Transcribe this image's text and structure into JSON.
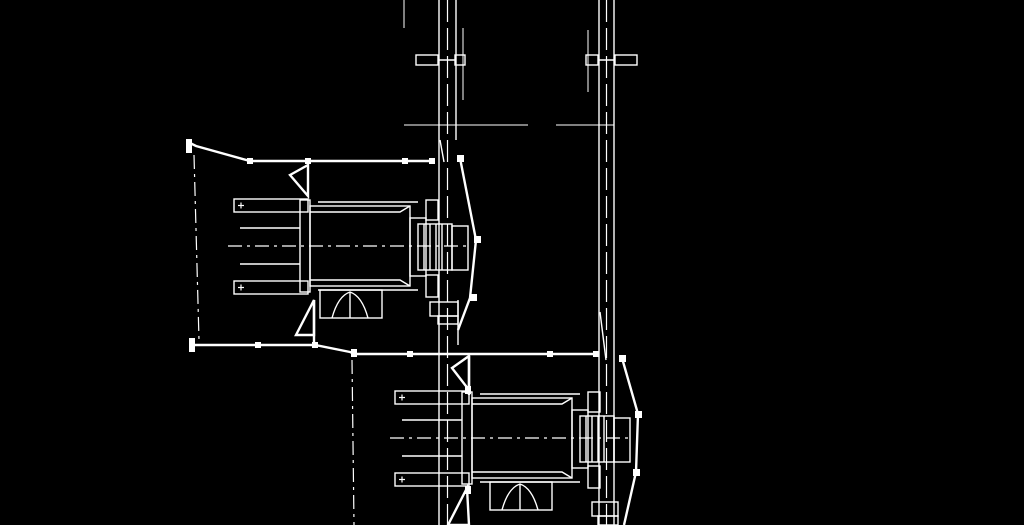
{
  "drawing": {
    "background": "#000000",
    "line_color": "#ffffff",
    "units": [
      {
        "id": "unit-1",
        "position": "upper-left"
      },
      {
        "id": "unit-2",
        "position": "lower-right"
      }
    ]
  }
}
